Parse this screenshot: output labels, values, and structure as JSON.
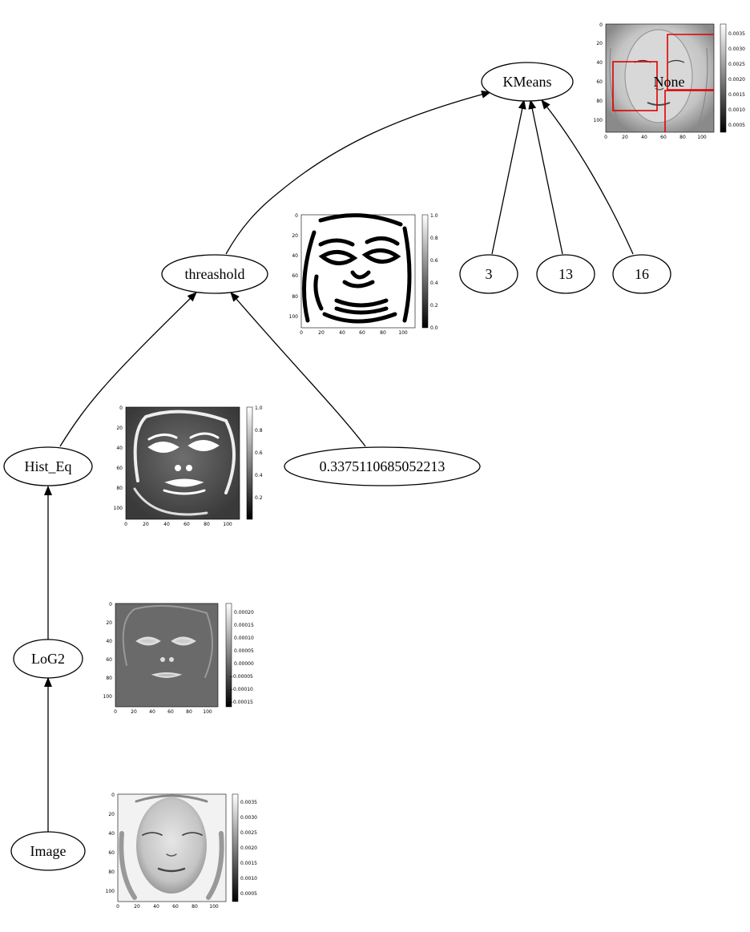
{
  "nodes": {
    "kmeans": "KMeans",
    "none": "None",
    "threashold": "threashold",
    "k3": "3",
    "k13": "13",
    "k16": "16",
    "hist_eq": "Hist_Eq",
    "thresh_value": "0.3375110685052213",
    "log2": "LoG2",
    "image": "Image"
  },
  "thumbnails": {
    "kmeans_output": {
      "x_ticks": [
        "0",
        "20",
        "40",
        "60",
        "80",
        "100"
      ],
      "y_ticks": [
        "0",
        "20",
        "40",
        "60",
        "80",
        "100"
      ],
      "colorbar_ticks": [
        "0.0035",
        "0.0030",
        "0.0025",
        "0.0020",
        "0.0015",
        "0.0010",
        "0.0005"
      ],
      "overlay_color": "#e00000"
    },
    "threashold_output": {
      "x_ticks": [
        "0",
        "20",
        "40",
        "60",
        "80",
        "100"
      ],
      "y_ticks": [
        "0",
        "20",
        "40",
        "60",
        "80",
        "100"
      ],
      "colorbar_ticks": [
        "1.0",
        "0.8",
        "0.6",
        "0.4",
        "0.2",
        "0.0"
      ]
    },
    "hist_eq_output": {
      "x_ticks": [
        "0",
        "20",
        "40",
        "60",
        "80",
        "100"
      ],
      "y_ticks": [
        "0",
        "20",
        "40",
        "60",
        "80",
        "100"
      ],
      "colorbar_ticks": [
        "1.0",
        "0.8",
        "0.6",
        "0.4",
        "0.2"
      ]
    },
    "log2_output": {
      "x_ticks": [
        "0",
        "20",
        "40",
        "60",
        "80",
        "100"
      ],
      "y_ticks": [
        "0",
        "20",
        "40",
        "60",
        "80",
        "100"
      ],
      "colorbar_ticks": [
        "0.00020",
        "0.00015",
        "0.00010",
        "0.00005",
        "0.00000",
        "−0.00005",
        "−0.00010",
        "−0.00015"
      ]
    },
    "image_output": {
      "x_ticks": [
        "0",
        "20",
        "40",
        "60",
        "80",
        "100"
      ],
      "y_ticks": [
        "0",
        "20",
        "40",
        "60",
        "80",
        "100"
      ],
      "colorbar_ticks": [
        "0.0035",
        "0.0030",
        "0.0025",
        "0.0020",
        "0.0015",
        "0.0010",
        "0.0005"
      ]
    }
  }
}
